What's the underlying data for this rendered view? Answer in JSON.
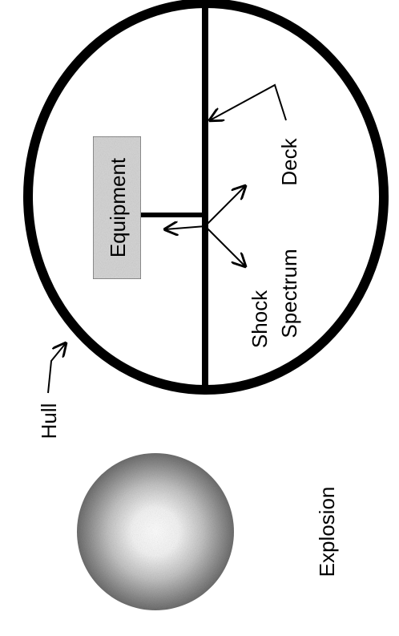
{
  "labels": {
    "equipment": "Equipment",
    "deck": "Deck",
    "shock_line1": "Shock",
    "shock_line2": "Spectrum",
    "hull": "Hull",
    "explosion": "Explosion"
  },
  "colors": {
    "ink": "#000000",
    "equipment_box_fill": "#d6d6d6",
    "explosion_center": "#ffffff",
    "explosion_edge": "#707070"
  }
}
